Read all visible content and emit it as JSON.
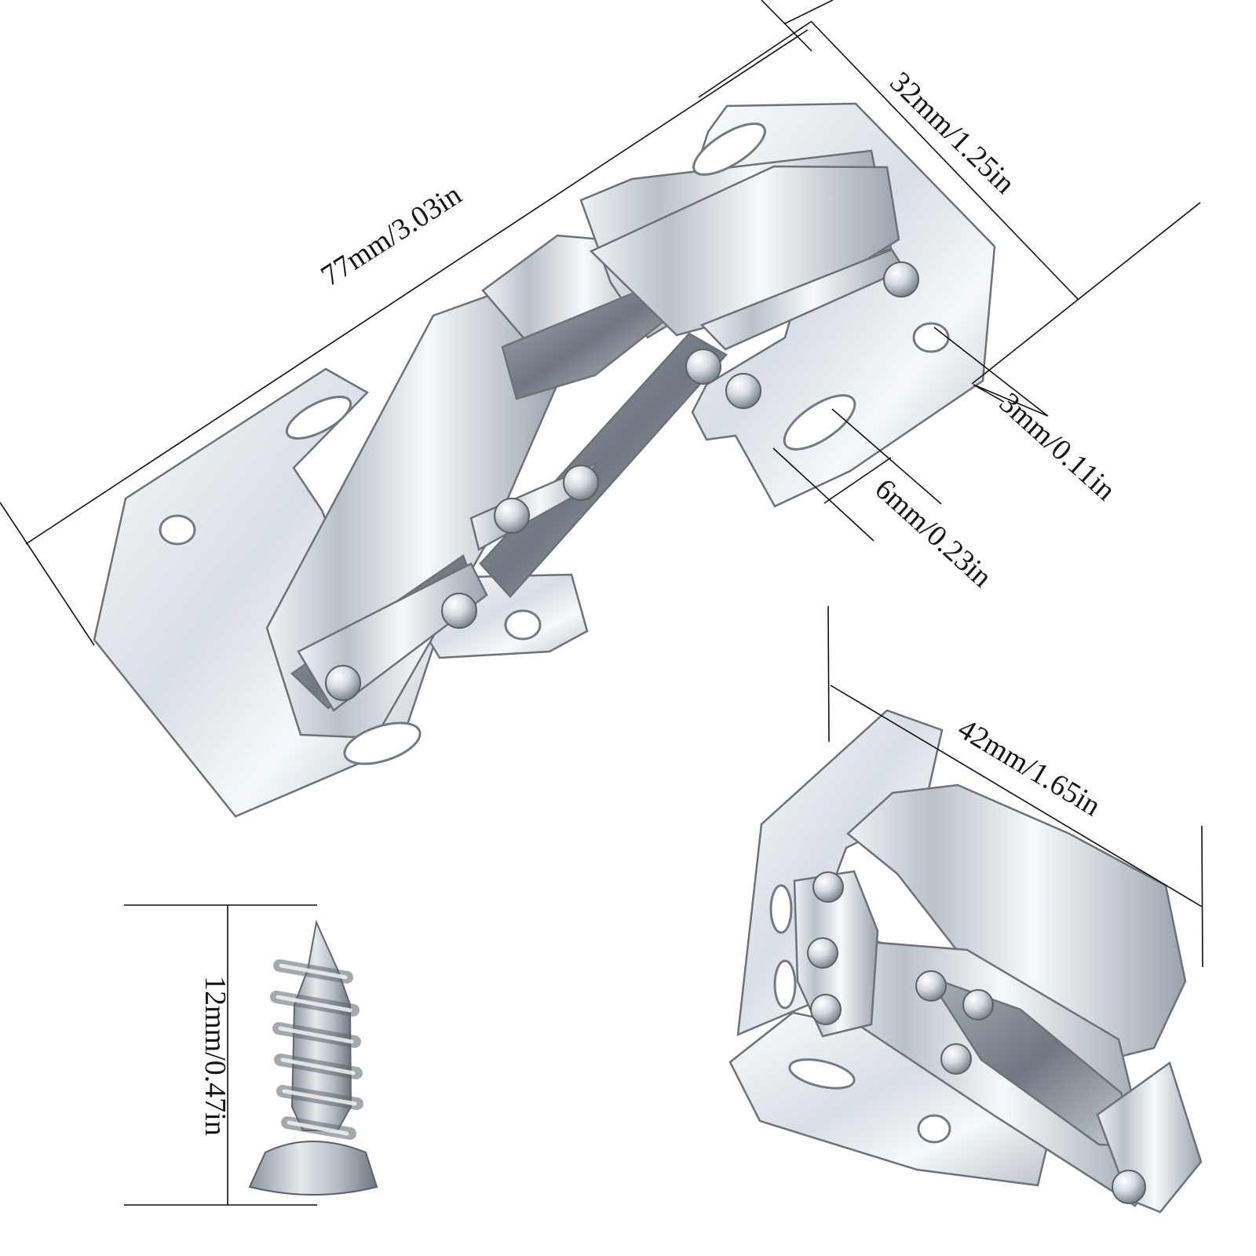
{
  "dimensions": {
    "overall_length": "77mm/3.03in",
    "plate_width": "32mm/1.25in",
    "hole_width": "3mm/0.11in",
    "hole_length": "6mm/0.23in",
    "closed_height": "42mm/1.65in",
    "screw_length": "12mm/0.47in"
  },
  "colors": {
    "background": "#ffffff",
    "metal_light": "#f4f6f8",
    "metal_mid": "#c8ced5",
    "metal_dark": "#7c838b",
    "dimension_line": "#111111"
  },
  "icons": {
    "main": "cabinet-hinge-icon",
    "compact": "folded-hinge-icon",
    "screw": "countersunk-screw-icon"
  }
}
